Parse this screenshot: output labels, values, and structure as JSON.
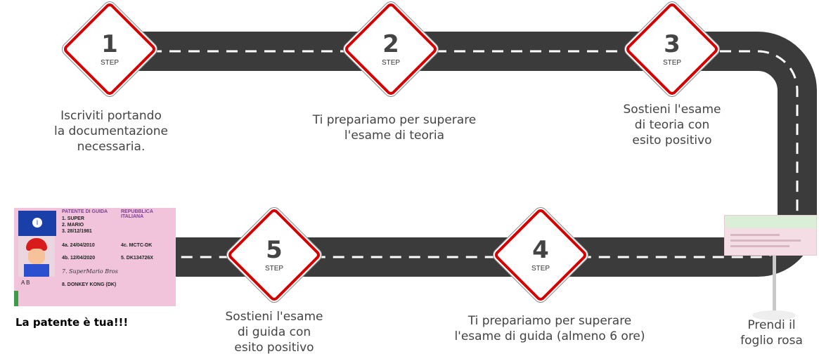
{
  "steps": [
    {
      "number": "1",
      "label": "STEP",
      "description": [
        "Iscriviti portando",
        "la documentazione",
        "necessaria."
      ]
    },
    {
      "number": "2",
      "label": "STEP",
      "description": [
        "Ti prepariamo per superare",
        "l'esame di teoria"
      ]
    },
    {
      "number": "3",
      "label": "STEP",
      "description": [
        "Sostieni l'esame",
        "di teoria con",
        "esito positivo"
      ]
    },
    {
      "number": "4",
      "label": "STEP",
      "description": [
        "Ti prepariamo per superare",
        "l'esame di guida (almeno 6 ore)"
      ]
    },
    {
      "number": "5",
      "label": "STEP",
      "description": [
        "Sostieni l'esame",
        "di guida con",
        "esito positivo"
      ]
    }
  ],
  "foglio_rosa": {
    "caption": [
      "Prendi il",
      "foglio rosa"
    ]
  },
  "final": {
    "caption": "La patente è tua!!!"
  },
  "license_card": {
    "header_left": "PATENTE DI GUIDA",
    "header_right": "REPUBBLICA ITALIANA",
    "country": "I",
    "fields": [
      "1. SUPER",
      "2. MARIO",
      "3. 28/12/1981",
      "4a. 24/04/2010",
      "4c. MCTC-DK",
      "4b. 12/04/2020",
      "5. DK134726X",
      "7. SuperMario Bros",
      "8. DONKEY KONG (DK)"
    ],
    "categories": "A B"
  },
  "colors": {
    "road": "#3b3b3b",
    "dash": "#ffffff",
    "diamond_border": "#d50000",
    "text": "#444444"
  }
}
